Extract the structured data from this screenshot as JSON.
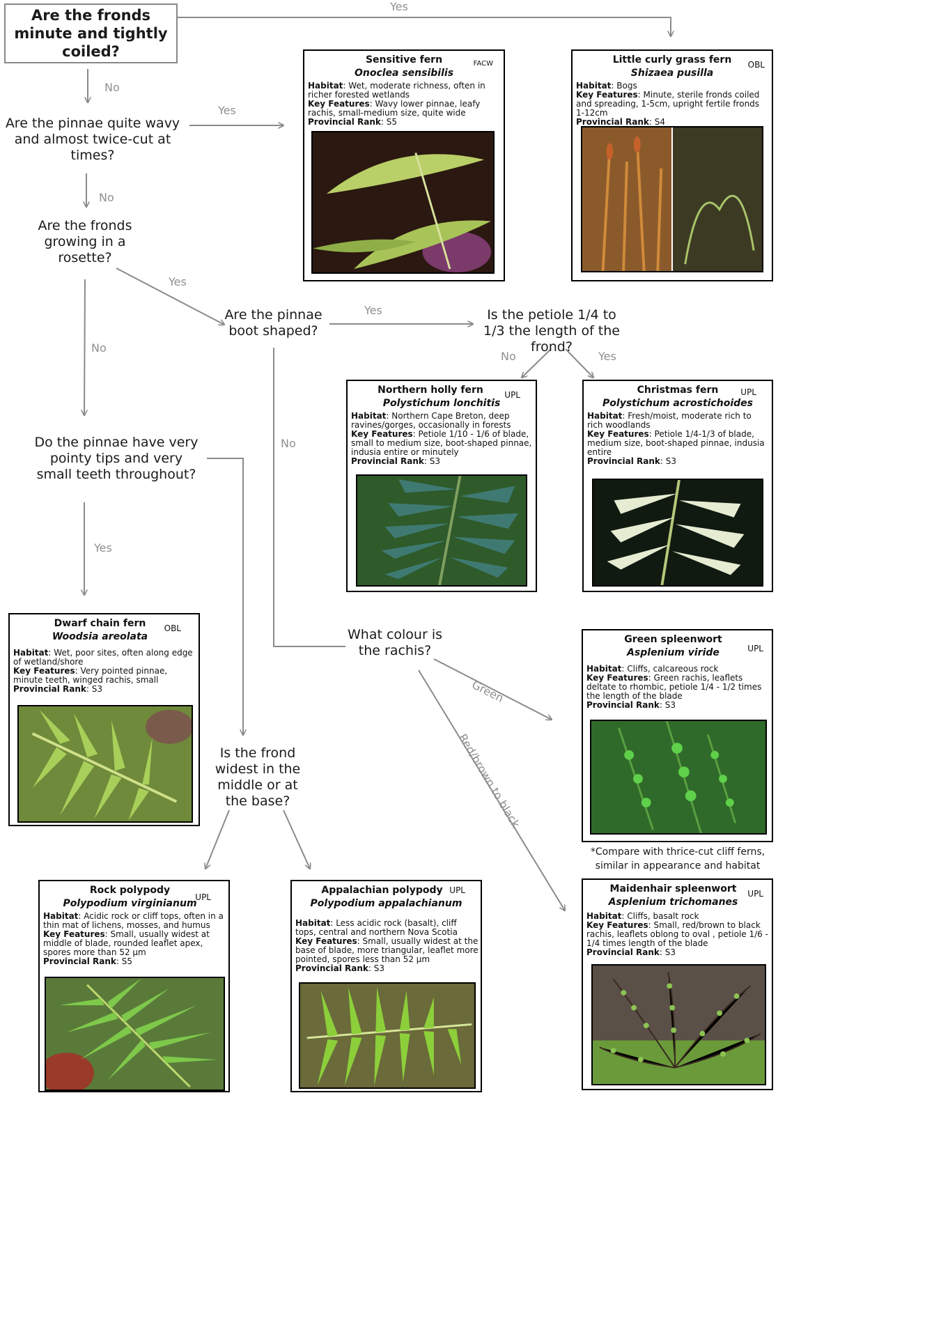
{
  "questions": {
    "q1": "Are the fronds minute and tightly coiled?",
    "q2": "Are the pinnae quite wavy and almost twice-cut at times?",
    "q3": "Are the fronds growing in a rosette?",
    "q4": "Are the pinnae boot shaped?",
    "q5": "Is the petiole 1/4 to 1/3 the length of the frond?",
    "q6": "Do the pinnae have very pointy tips and very small teeth throughout?",
    "q7": "What colour is the rachis?",
    "q8": "Is the frond widest in the middle or at the base?"
  },
  "edge_labels": {
    "q1_yes": "Yes",
    "q1_no": "No",
    "q2_yes": "Yes",
    "q2_no": "No",
    "q3_yes": "Yes",
    "q3_no": "No",
    "q4_yes": "Yes",
    "q4_no": "No",
    "q5_no": "No",
    "q5_yes": "Yes",
    "q6_yes": "Yes",
    "q7_green": "Green",
    "q7_red": "Red/brown to black"
  },
  "field_labels": {
    "habitat": "Habitat",
    "key_features": "Key Features",
    "rank": "Provincial Rank"
  },
  "cards": {
    "sensitive": {
      "name": "Sensitive fern",
      "sci": "Onoclea sensibilis",
      "status": "FACW",
      "habitat": "Wet, moderate richness, often in richer forested wetlands",
      "features": "Wavy lower pinnae, leafy rachis, small-medium size, quite wide",
      "rank": "S5"
    },
    "curly": {
      "name": "Little curly grass fern",
      "sci": "Shizaea pusilla",
      "status": "OBL",
      "habitat": "Bogs",
      "features": "Minute, sterile fronds coiled and spreading, 1-5cm, upright fertile fronds 1-12cm",
      "rank": "S4"
    },
    "holly": {
      "name": "Northern holly fern",
      "sci": "Polystichum lonchitis",
      "status": "UPL",
      "habitat": "Northern Cape Breton, deep ravines/gorges, occasionally in forests",
      "features": "Petiole 1/10 - 1/6 of blade, small to medium size, boot-shaped pinnae, indusia entire or minutely",
      "rank": "S3"
    },
    "christmas": {
      "name": "Christmas fern",
      "sci": "Polystichum acrostichoides",
      "status": "UPL",
      "habitat": "Fresh/moist, moderate rich to rich woodlands",
      "features": "Petiole 1/4-1/3 of blade, medium size, boot-shaped pinnae, indusia entire",
      "rank": "S3"
    },
    "dwarf": {
      "name": "Dwarf chain fern",
      "sci": "Woodsia areolata",
      "status": "OBL",
      "habitat": "Wet, poor sites, often along edge of wetland/shore",
      "features": "Very pointed pinnae, minute teeth, winged rachis, small",
      "rank": "S3"
    },
    "green": {
      "name": "Green spleenwort",
      "sci": "Asplenium viride",
      "status": "UPL",
      "habitat": "Cliffs, calcareous rock",
      "features": "Green rachis, leaflets deltate to rhombic, petiole 1/4 - 1/2 times the length of the blade",
      "rank": "S3"
    },
    "maiden": {
      "name": "Maidenhair spleenwort",
      "sci": "Asplenium trichomanes",
      "status": "UPL",
      "habitat": "Cliffs, basalt rock",
      "features": "Small, red/brown to black rachis, leaflets oblong to oval , petiole 1/6 - 1/4 times length of the blade",
      "rank": "S3"
    },
    "rock": {
      "name": "Rock polypody",
      "sci": "Polypodium virginianum",
      "status": "UPL",
      "habitat": "Acidic rock or cliff tops, often in a thin mat of lichens, mosses, and humus",
      "features": "Small, usually widest at middle of blade, rounded leaflet apex, spores more than 52 µm",
      "rank": "S5"
    },
    "appalachian": {
      "name": "Appalachian polypody",
      "sci": "Polypodium appalachianum",
      "status": "UPL",
      "habitat": "Less acidic rock (basalt), cliff tops, central and northern Nova Scotia",
      "features": "Small, usually widest at the base of blade, more triangular, leaflet more pointed, spores less than 52 µm",
      "rank": "S3"
    }
  },
  "note": "*Compare with thrice-cut cliff ferns, similar in appearance and habitat",
  "colors": {
    "connector": "#8a8a8a",
    "label": "#8f8f8f"
  }
}
